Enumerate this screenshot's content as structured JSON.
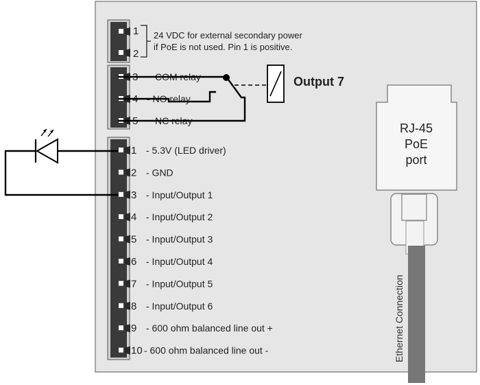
{
  "power_connector": {
    "pins": [
      "1",
      "2"
    ],
    "note_line1": "24 VDC for external secondary power",
    "note_line2": "if PoE is not used. Pin 1 is positive."
  },
  "relay_connector": {
    "pins": [
      {
        "num": "3",
        "label": "COM relay"
      },
      {
        "num": "4",
        "label": "- NO relay"
      },
      {
        "num": "5",
        "label": "NC relay"
      }
    ]
  },
  "relay_output_label": "Output 7",
  "io_connector": {
    "pins": [
      {
        "num": "1",
        "label": "- 5.3V (LED driver)"
      },
      {
        "num": "2",
        "label": "- GND"
      },
      {
        "num": "3",
        "label": "- Input/Output 1"
      },
      {
        "num": "4",
        "label": "- Input/Output 2"
      },
      {
        "num": "5",
        "label": "- Input/Output 3"
      },
      {
        "num": "6",
        "label": "- Input/Output 4"
      },
      {
        "num": "7",
        "label": "- Input/Output 5"
      },
      {
        "num": "8",
        "label": "- Input/Output 6"
      },
      {
        "num": "9",
        "label": "- 600 ohm balanced line out +"
      },
      {
        "num": "10",
        "label": "- 600 ohm balanced line out -"
      }
    ]
  },
  "rj45": {
    "line1": "RJ-45",
    "line2": "PoE",
    "line3": "port"
  },
  "cable_label": "Ethernet Connection",
  "colors": {
    "panel": "#e6e6e6",
    "panel_border": "#8a8a8a",
    "connector": "#3a3a3a",
    "wire": "#000000",
    "cable": "#777777"
  }
}
